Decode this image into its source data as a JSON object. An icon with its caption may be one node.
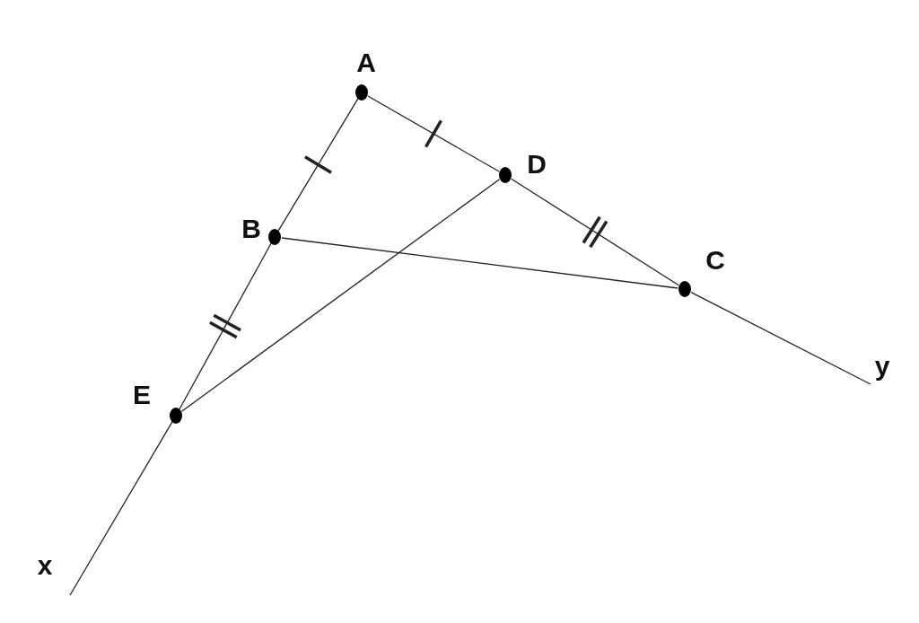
{
  "diagram": {
    "nodes": [
      {
        "text": [
          "A"
        ]
      },
      {
        "text": [
          "B"
        ]
      },
      {
        "text": [
          "C"
        ]
      },
      {
        "text": [
          "D"
        ]
      },
      {
        "text": [
          "E"
        ]
      },
      {
        "text": [
          "x"
        ]
      },
      {
        "text": [
          "y"
        ]
      }
    ],
    "edges": [
      {
        "from": 0,
        "to": 1,
        "arrow": "none"
      },
      {
        "from": 1,
        "to": 4,
        "arrow": "none"
      },
      {
        "from": 4,
        "to": 5,
        "arrow": "none"
      },
      {
        "from": 0,
        "to": 3,
        "arrow": "none"
      },
      {
        "from": 3,
        "to": 2,
        "arrow": "none"
      },
      {
        "from": 2,
        "to": 6,
        "arrow": "none"
      },
      {
        "from": 1,
        "to": 2,
        "arrow": "none"
      },
      {
        "from": 4,
        "to": 3,
        "arrow": "none"
      }
    ]
  }
}
